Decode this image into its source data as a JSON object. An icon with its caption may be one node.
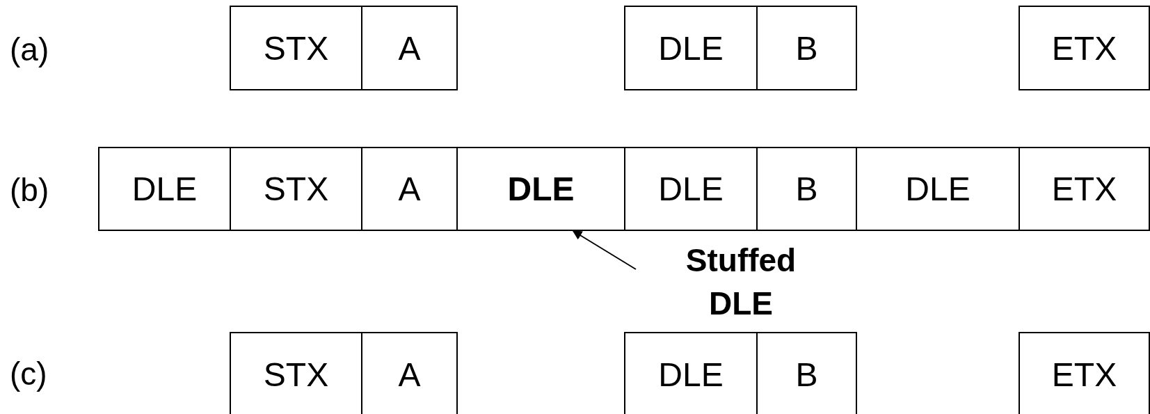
{
  "diagram": {
    "nodes": [
      {
        "text": [
          "STX"
        ]
      },
      {
        "text": [
          "A"
        ]
      },
      {
        "text": [
          "DLE"
        ]
      },
      {
        "text": [
          "B"
        ]
      },
      {
        "text": [
          "ETX"
        ]
      },
      {
        "text": [
          "DLE"
        ]
      },
      {
        "text": [
          "STX"
        ]
      },
      {
        "text": [
          "A"
        ]
      },
      {
        "text": [
          "DLE"
        ]
      },
      {
        "text": [
          "DLE"
        ]
      },
      {
        "text": [
          "B"
        ]
      },
      {
        "text": [
          "DLE"
        ]
      },
      {
        "text": [
          "ETX"
        ]
      },
      {
        "text": [
          "Stuffed DLE"
        ]
      },
      {
        "text": [
          "STX"
        ]
      },
      {
        "text": [
          "A"
        ]
      },
      {
        "text": [
          "DLE"
        ]
      },
      {
        "text": [
          "B"
        ]
      },
      {
        "text": [
          "ETX"
        ]
      }
    ],
    "edges": [
      {
        "from": 13,
        "to": 8,
        "arrow": "to"
      }
    ],
    "labels": [
      "(a)",
      "(b)",
      "(c)"
    ]
  }
}
